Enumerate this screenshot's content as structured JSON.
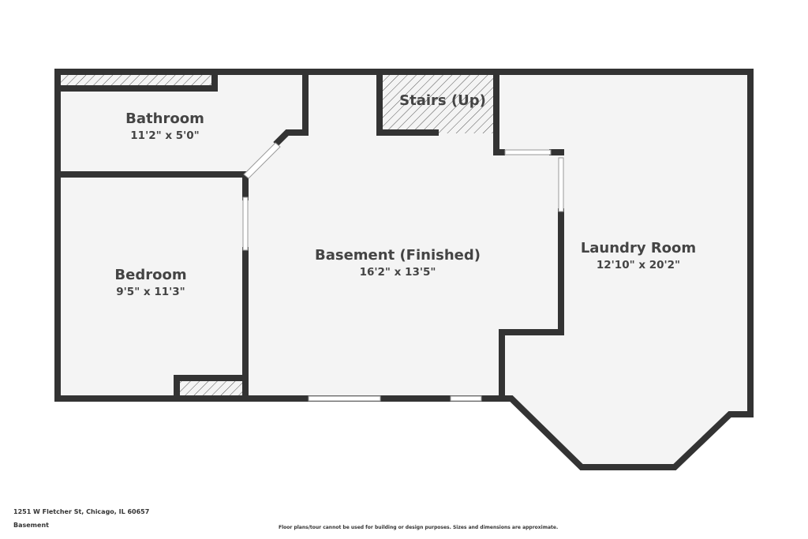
{
  "colors": {
    "wall": "#333333",
    "floor": "#f4f4f4",
    "window": "#ffffff"
  },
  "rooms": [
    {
      "name": "Bathroom",
      "dims": "11'2\" x 5'0\""
    },
    {
      "name": "Stairs (Up)"
    },
    {
      "name": "Basement (Finished)",
      "dims": "16'2\" x 13'5\""
    },
    {
      "name": "Bedroom",
      "dims": "9'5\" x 11'3\""
    },
    {
      "name": "Laundry Room",
      "dims": "12'10\" x 20'2\""
    }
  ],
  "footer": {
    "address": "1251 W Fletcher St, Chicago, IL 60657",
    "floor": "Basement",
    "disclaimer": "Floor plans/tour cannot be used for building or design purposes. Sizes and dimensions are approximate."
  }
}
